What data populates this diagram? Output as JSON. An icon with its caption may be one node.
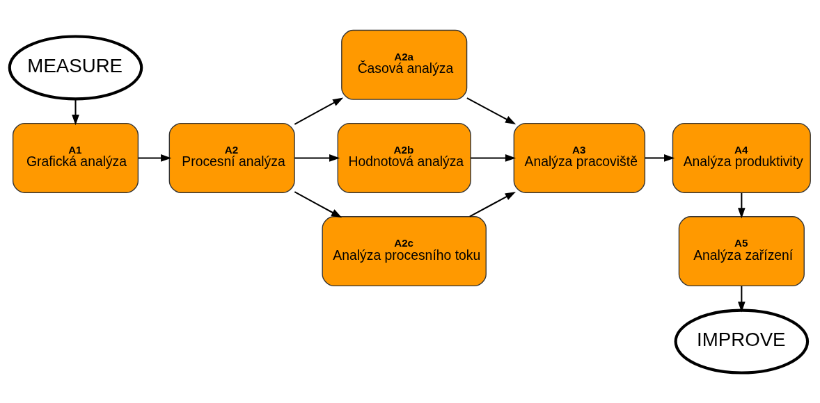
{
  "diagram": {
    "nodes": [
      {
        "text": [
          "MEASURE"
        ]
      },
      {
        "text": [
          "A1",
          "Grafická analýza"
        ]
      },
      {
        "text": [
          "A2",
          "Procesní analýza"
        ]
      },
      {
        "text": [
          "A2a",
          "Časová analýza"
        ]
      },
      {
        "text": [
          "A2b",
          "Hodnotová analýza"
        ]
      },
      {
        "text": [
          "A2c",
          "Analýza procesního toku"
        ]
      },
      {
        "text": [
          "A3",
          "Analýza pracoviště"
        ]
      },
      {
        "text": [
          "A4",
          "Analýza produktivity"
        ]
      },
      {
        "text": [
          "A5",
          "Analýza zařízení"
        ]
      },
      {
        "text": [
          "IMPROVE"
        ]
      }
    ],
    "edges": [
      {
        "from": 0,
        "to": 1,
        "arrow": "to"
      },
      {
        "from": 1,
        "to": 2,
        "arrow": "to"
      },
      {
        "from": 2,
        "to": 3,
        "arrow": "to"
      },
      {
        "from": 2,
        "to": 4,
        "arrow": "to"
      },
      {
        "from": 2,
        "to": 5,
        "arrow": "to"
      },
      {
        "from": 3,
        "to": 6,
        "arrow": "to"
      },
      {
        "from": 4,
        "to": 6,
        "arrow": "to"
      },
      {
        "from": 5,
        "to": 6,
        "arrow": "to"
      },
      {
        "from": 6,
        "to": 7,
        "arrow": "to"
      },
      {
        "from": 7,
        "to": 8,
        "arrow": "to"
      },
      {
        "from": 8,
        "to": 9,
        "arrow": "to"
      }
    ]
  }
}
